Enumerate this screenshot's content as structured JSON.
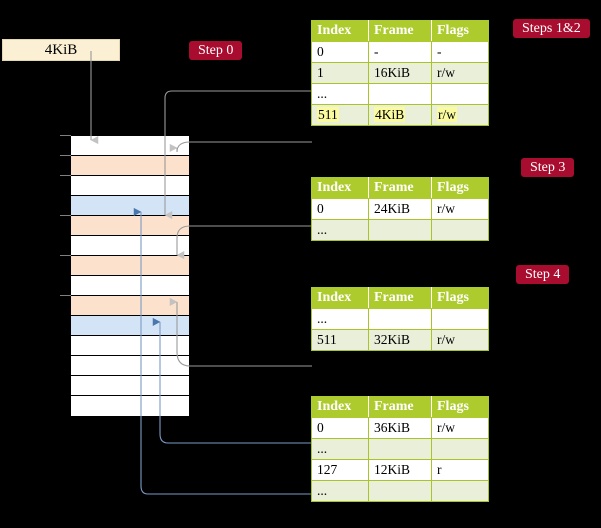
{
  "labels": {
    "step0": "Step 0",
    "steps12": "Steps 1&2",
    "step3": "Step 3",
    "step4": "Step 4"
  },
  "source_box": {
    "label": "4KiB"
  },
  "colors": {
    "table_header_green": "#AECB2E",
    "table_row_alt": "#E9EFD9",
    "highlight_yellow": "#FAFAA0",
    "badge_red": "#A80C2E",
    "source_box_bg": "#FBF0D4",
    "memory_orange": "#FCE2CC",
    "memory_blue": "#D4E4F7",
    "connector_gray": "#9A9A9A",
    "connector_blue": "#7C9BC4"
  },
  "columns": [
    "Index",
    "Frame",
    "Flags"
  ],
  "tables": [
    {
      "name": "table-steps-1-2",
      "rows": [
        {
          "index": "0",
          "frame": "-",
          "flags": "-",
          "shade": "odd",
          "highlight": false
        },
        {
          "index": "1",
          "frame": "16KiB",
          "flags": "r/w",
          "shade": "even",
          "highlight": false
        },
        {
          "index": "...",
          "frame": "",
          "flags": "",
          "shade": "odd",
          "highlight": false
        },
        {
          "index": "511",
          "frame": "4KiB",
          "flags": "r/w",
          "shade": "even",
          "highlight": true
        }
      ]
    },
    {
      "name": "table-step-3",
      "rows": [
        {
          "index": "0",
          "frame": "24KiB",
          "flags": "r/w",
          "shade": "odd",
          "highlight": false
        },
        {
          "index": "...",
          "frame": "",
          "flags": "",
          "shade": "even",
          "highlight": false
        }
      ]
    },
    {
      "name": "table-step-4a",
      "rows": [
        {
          "index": "...",
          "frame": "",
          "flags": "",
          "shade": "odd",
          "highlight": false
        },
        {
          "index": "511",
          "frame": "32KiB",
          "flags": "r/w",
          "shade": "even",
          "highlight": false
        }
      ]
    },
    {
      "name": "table-step-4b",
      "rows": [
        {
          "index": "0",
          "frame": "36KiB",
          "flags": "r/w",
          "shade": "odd",
          "highlight": false
        },
        {
          "index": "...",
          "frame": "",
          "flags": "",
          "shade": "even",
          "highlight": false
        },
        {
          "index": "127",
          "frame": "12KiB",
          "flags": "r",
          "shade": "odd",
          "highlight": false
        },
        {
          "index": "...",
          "frame": "",
          "flags": "",
          "shade": "even",
          "highlight": false
        }
      ]
    }
  ],
  "memory_rows": [
    {
      "fill": "white"
    },
    {
      "fill": "orange"
    },
    {
      "fill": "white"
    },
    {
      "fill": "blue"
    },
    {
      "fill": "orange"
    },
    {
      "fill": "white"
    },
    {
      "fill": "orange"
    },
    {
      "fill": "white"
    },
    {
      "fill": "orange"
    },
    {
      "fill": "blue"
    },
    {
      "fill": "white"
    },
    {
      "fill": "white"
    },
    {
      "fill": "white"
    },
    {
      "fill": "white"
    }
  ]
}
